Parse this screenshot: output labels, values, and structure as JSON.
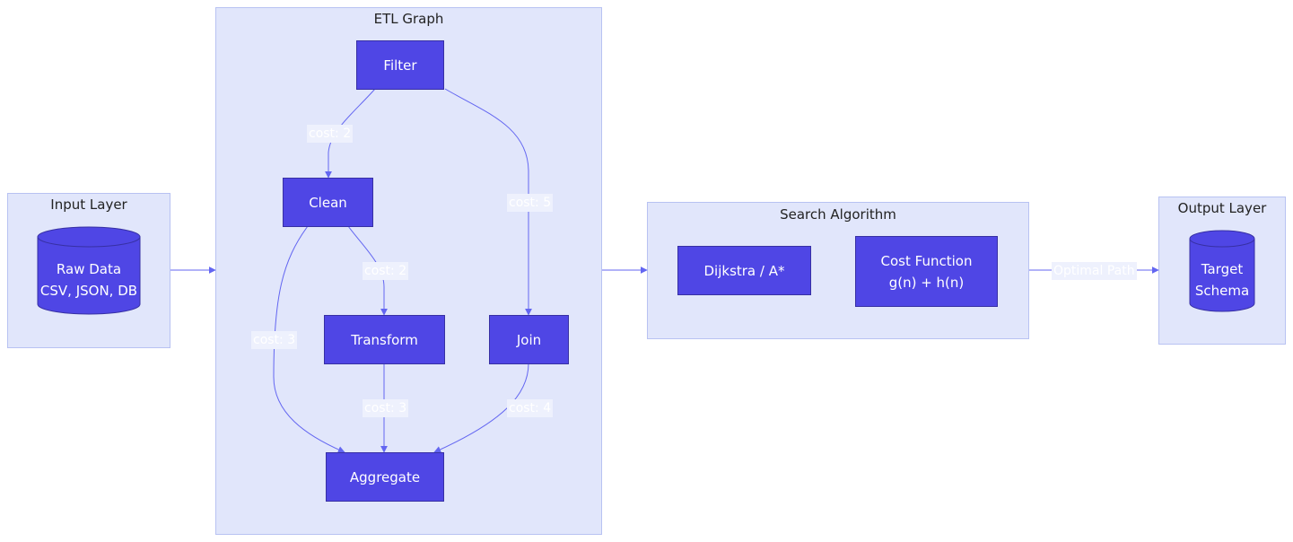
{
  "clusters": {
    "input": {
      "title": "Input Layer"
    },
    "etl": {
      "title": "ETL Graph"
    },
    "search": {
      "title": "Search Algorithm"
    },
    "output": {
      "title": "Output Layer"
    }
  },
  "nodes": {
    "raw_data": {
      "line1": "Raw Data",
      "line2": "CSV, JSON, DB"
    },
    "filter": {
      "label": "Filter"
    },
    "clean": {
      "label": "Clean"
    },
    "transform": {
      "label": "Transform"
    },
    "join": {
      "label": "Join"
    },
    "aggregate": {
      "label": "Aggregate"
    },
    "dijkstra": {
      "label": "Dijkstra / A*"
    },
    "cost_function": {
      "line1": "Cost Function",
      "line2": "g(n) + h(n)"
    },
    "target": {
      "line1": "Target",
      "line2": "Schema"
    }
  },
  "edges": {
    "filter_clean": "cost: 2",
    "filter_join": "cost: 5",
    "clean_transform": "cost: 2",
    "clean_aggregate": "cost: 3",
    "transform_aggregate": "cost: 3",
    "join_aggregate": "cost: 4",
    "search_output": "Optimal Path"
  },
  "colors": {
    "node_fill": "#4f46e5",
    "cluster_fill": "#e1e6fb",
    "edge_stroke": "#6366f1"
  }
}
